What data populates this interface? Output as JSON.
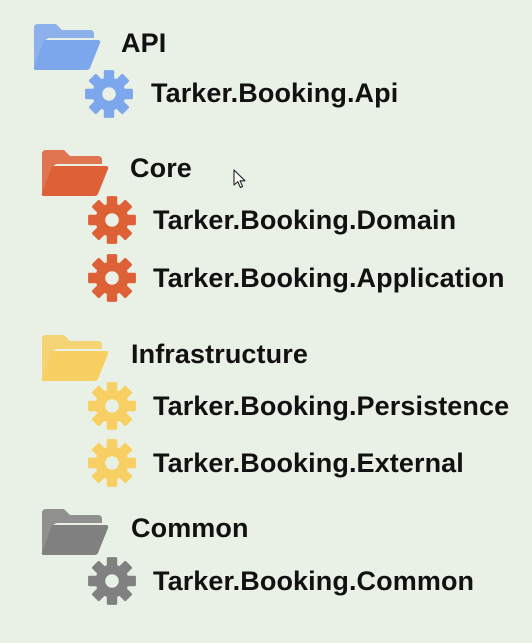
{
  "colors": {
    "background": "#e9f0e5",
    "api": "#7ca7ec",
    "core": "#dd6037",
    "infrastructure": "#f7cf63",
    "common": "#808080"
  },
  "groups": [
    {
      "label": "API",
      "color": "#7ca7ec",
      "icon": "folder-icon",
      "projects": [
        {
          "label": "Tarker.Booking.Api",
          "icon": "gear-icon"
        }
      ]
    },
    {
      "label": "Core",
      "color": "#dd6037",
      "icon": "folder-icon",
      "projects": [
        {
          "label": "Tarker.Booking.Domain",
          "icon": "gear-icon"
        },
        {
          "label": "Tarker.Booking.Application",
          "icon": "gear-icon"
        }
      ]
    },
    {
      "label": "Infrastructure",
      "color": "#f7cf63",
      "icon": "folder-icon",
      "projects": [
        {
          "label": "Tarker.Booking.Persistence",
          "icon": "gear-icon"
        },
        {
          "label": "Tarker.Booking.External",
          "icon": "gear-icon"
        }
      ]
    },
    {
      "label": "Common",
      "color": "#808080",
      "icon": "folder-icon",
      "projects": [
        {
          "label": "Tarker.Booking.Common",
          "icon": "gear-icon"
        }
      ]
    }
  ]
}
